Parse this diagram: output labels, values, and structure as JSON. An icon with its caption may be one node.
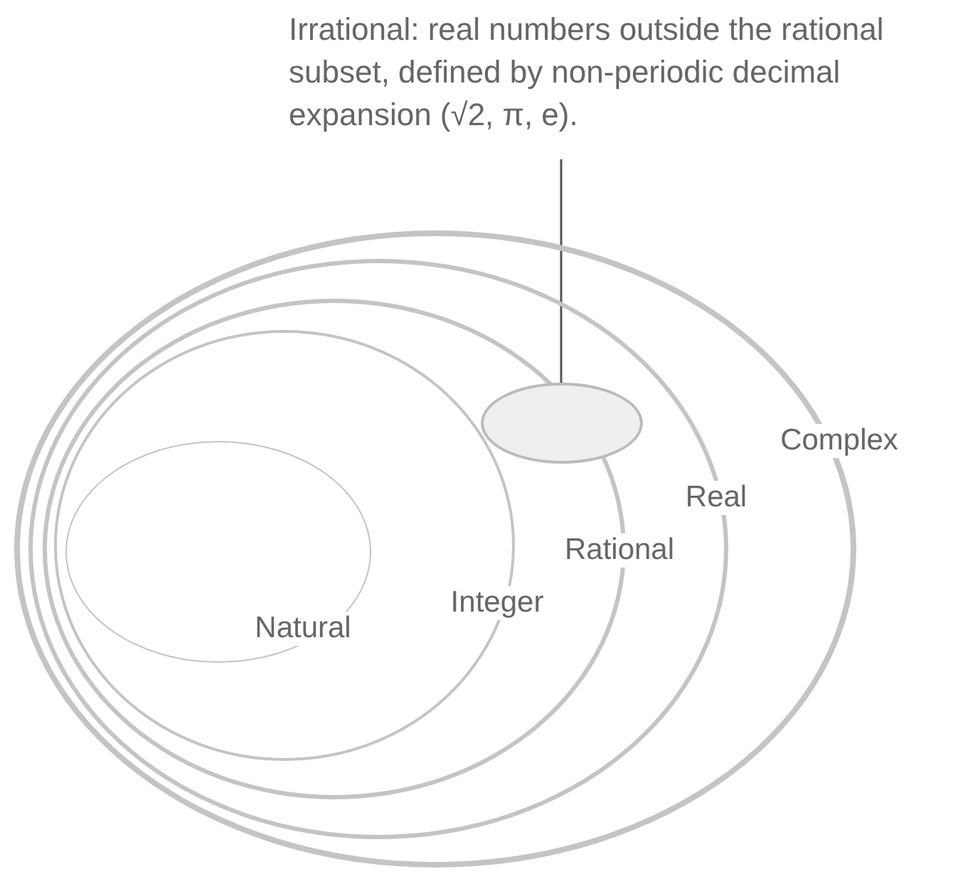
{
  "diagram": {
    "nodes": [
      {
        "text": [
          "Irrational: real numbers outside the rational subset, defined by non-periodic decimal expansion (√2, π, e)."
        ]
      },
      {
        "text": [
          "Complex"
        ]
      },
      {
        "text": [
          "Real"
        ],
        "in": 1
      },
      {
        "text": [
          "Rational"
        ],
        "in": 2
      },
      {
        "text": [
          "Integer"
        ],
        "in": 3
      },
      {
        "text": [
          "Natural"
        ],
        "in": 4
      },
      {
        "text": [],
        "shape": "ellipse",
        "in": 2
      }
    ],
    "edges": [
      {
        "from": 0,
        "to": 6,
        "arrow": "none"
      }
    ]
  }
}
